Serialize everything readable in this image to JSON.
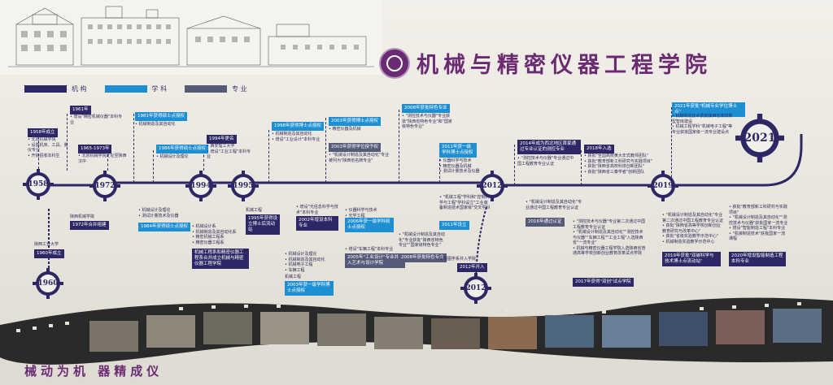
{
  "header": {
    "title": "机械与精密仪器工程学院",
    "brand_color": "#6b2b73"
  },
  "legend": {
    "items": [
      {
        "label": "机 构",
        "color": "#2d2766"
      },
      {
        "label": "学 科",
        "color": "#1f8fd4"
      },
      {
        "label": "专 业",
        "color": "#565a79"
      }
    ]
  },
  "years": {
    "y1958": "1958",
    "y1960": "1960",
    "y1972": "1972",
    "y1994": "1994",
    "y1995": "1995",
    "y2012a": "2012",
    "y2012b": "2012",
    "y2019": "2019",
    "y2021": "2021"
  },
  "events": {
    "e1958": "1958年成立",
    "e1958_body": "• 北京机械学院\n• 设置机床、工具、量仪专业\n• 开始招收本科生",
    "e1960_tag": "1960年成立",
    "e1960_body": "陕西工业大学",
    "e1961": "1961年",
    "e1961_body": "• 增设\"精密机械仪器\"本科专业",
    "e1965": "1965-1973年",
    "e1965_body": "• 北京机械学院迁址至陕西汉中",
    "e1972_body": "陕西机械学院",
    "e1972_tag": "1972年合并组建",
    "e1981": "1981年获得硕士点授权",
    "e1981_body": "• 机械制造及其自动化",
    "e1986": "1986年获得硕士点授权",
    "e1986_body": "• 机械设计及理论",
    "e1984_body": "• 机械设计及理论\n• 测试计量技术及仪器",
    "e1984_tag": "1984年获得硕士点授权",
    "e1994": "1994年更名",
    "e1994_body": "• 西安理工大学\n• 增设\"工业工程\"本科专业",
    "e1994_list": "• 机械设计系\n• 机械制造及其自动化系\n• 精密机械工程系\n• 精密仪器工程系",
    "e1994_tag": "机械工程系和精密仪器工程系合并成立机械与精密仪器工程学院",
    "e1995": "1998年获得博士点授权",
    "e1995_body": "• 机械制造及其自动化\n• 增设\"工业设计\"本科专业",
    "e1995_tag": "1995年获得设立博士后流动站",
    "e1995_label": "机械工程",
    "e2002_body": "• 增设\"光信息科学与技术\"本科专业",
    "e2002_tag": "2002年增设本科专业",
    "e2003_body": "• 机械设计及理论\n• 机械制造及其自动化\n• 机械电子工程\n• 车辆工程",
    "e2003_tag": "2003年获一级学科博士点授权",
    "e2003_label": "机械工程",
    "e2003a": "2003年获得博士点授权",
    "e2003a_body": "• 精密仪器及机械",
    "e2003b": "2003年获得学位授予权",
    "e2003b_body": "• \"机械设计制造及其自动化\"专业被列为\"陕西省名牌专业\"",
    "e2006_body": "• 仪器科学与技术\n• 光学工程",
    "e2006_tag": "2006年获一级学科硕士点授权",
    "e2005_body": "• 增设\"车辆工程\"本科专业",
    "e2005_tag": "2005年\"工业设计\"专业并入艺术与设计学院",
    "e2008": "2008年获批特色专业",
    "e2008_body": "• \"测控技术与仪器\"专业获批\"陕西省特色专业\"和\"国家级特色专业\"",
    "e2008b_body": "• \"机械设计制造及其自动化\"专业获批\"陕西省特色专业\"\"国家级特色专业\"",
    "e2008b_tag": "2008年获批特色专业",
    "e2011": "2011年获一级学科博士点授权",
    "e2011_body": "• 仪器科学与技术\n• 精密仪器及机械\n• 测试计量技术及仪器",
    "e2011b_body": "• \"机械工程\"学科和\"控制科学与工程\"学科设立\"工业装备制造技术国家级\"交叉学科",
    "e2011b_tag": "2011年设立",
    "e2012_body": "工程图学系并入学院",
    "e2012_tag": "2012年并入",
    "e2014": "2014年成为西北地区首家通过专业认证的测控专业",
    "e2014_body": "• \"测控技术与仪器\"专业通过中国工程教育专业认证",
    "e2016_body": "• \"机械设计制造及其自动化\"专业通过中国工程教育专业认证",
    "e2016_tag": "2016年通过认证",
    "e2018": "2018年入选",
    "e2018_body": "• 获批\"全国高校黄大年式教师团队\"\n• 获批\"教育部新工科研究与实践项目\"\n• 获批\"陕西省高校科技创新团队\"\n• 获批\"陕西省三秦学者\"创新团队",
    "e2017_body": "• \"测控技术与仪器\"专业第二次通过中国工程教育专业认证\n• \"机械设计制造及其自动化\"\"测控技术与仪器\"\"车辆工程\"\"工业工程\"入选陕西省\"一流专业\"\n• 机械与精密仪器工程学院入选陕西省普通高等学校创新创业教育改革试点学院",
    "e2017_tag": "2017年获得\"双创\"试点学院",
    "e2019_body": "• \"机械设计制造及其自动化\"专业第二次通过中国工程教育专业认证\n• 获批\"陕西省高等学校创新创业教育研究与改革中心\"\n• 获批\"省级实验教学示范中心\"\n• 机械制造实验教学示范中心",
    "e2019_tag": "2019年获批\"双碳科学与技术博士点流动站\"",
    "e2021": "2021年获批\"机械专业学位博士点\"",
    "e2021_body": "• 机械制造技术获批陕西省高校新型智库建设\n• 机械工程学科\"机械电子工程\"等专业获批国家级一流专业建设点",
    "e2020_body": "• 获批\"教育部新工科研究与实践项目\"\n• \"机械设计制造及其自动化\"\"测控技术与仪器\"获批国家一流专业\n• 增设\"智能制造工程\"本科专业\n• \"机械制造技术\"获批国家一流课程",
    "e2020_tag": "2020年增设智能制造工程本科专业"
  },
  "footer": {
    "slogan": "械动为机 器精成仪"
  }
}
